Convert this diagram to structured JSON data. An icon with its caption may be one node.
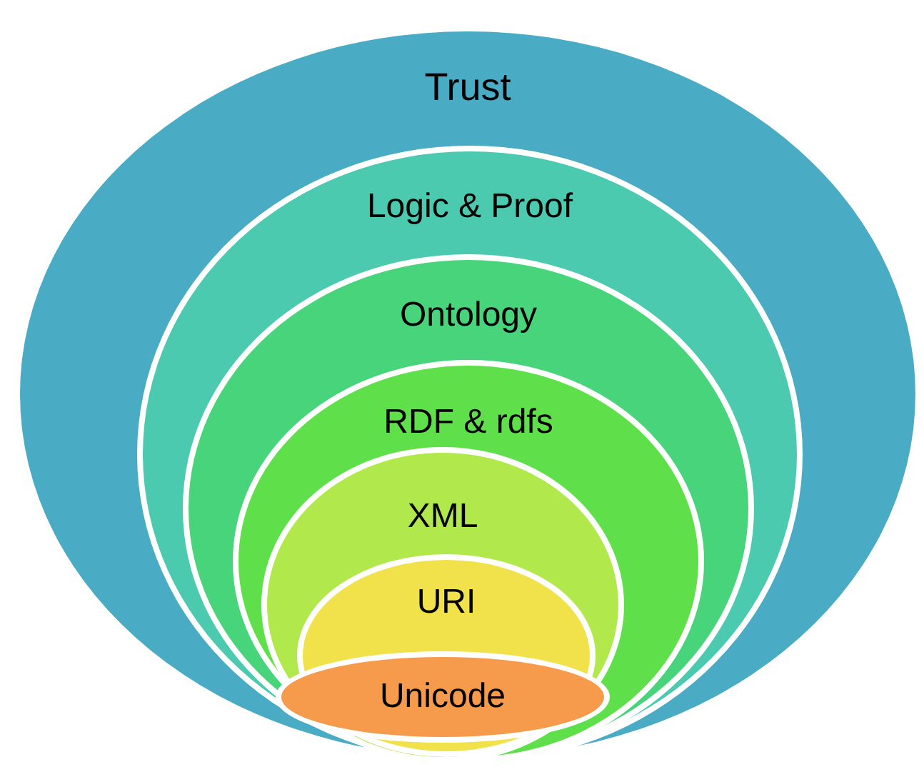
{
  "diagram": {
    "nodes": [
      {
        "text": [
          "Trust"
        ]
      },
      {
        "text": [
          "Logic & Proof"
        ],
        "in": 0
      },
      {
        "text": [
          "Ontology"
        ],
        "in": 1
      },
      {
        "text": [
          "RDF & rdfs"
        ],
        "in": 2
      },
      {
        "text": [
          "XML"
        ],
        "in": 3
      },
      {
        "text": [
          "URI"
        ],
        "in": 4
      },
      {
        "text": [
          "Unicode"
        ],
        "in": 4
      }
    ]
  }
}
